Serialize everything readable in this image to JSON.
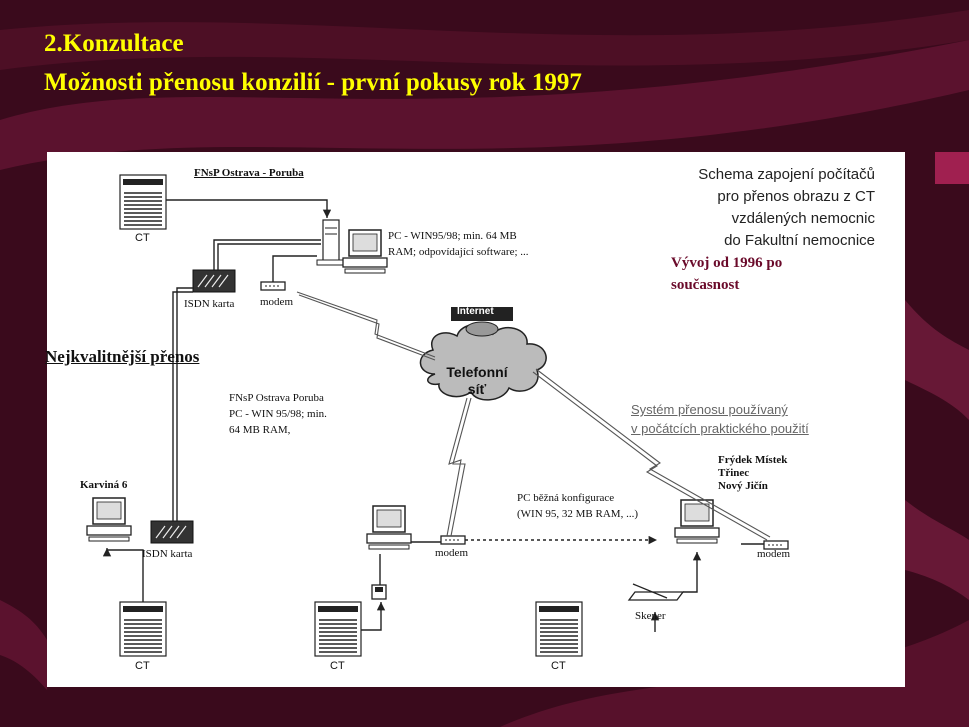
{
  "slide": {
    "title_line1": "2.Konzultace",
    "title_line2": "Možnosti přenosu konzilií - první pokusy rok 1997",
    "colors": {
      "background": "#3a0a1c",
      "title": "#ffff00",
      "accent": "#a02050",
      "panel": "#ffffff"
    }
  },
  "diagram": {
    "heading_lines": [
      "Schema zapojení počítačů",
      "pro přenos obrazu z CT",
      "vzdálených nemocnic",
      "do Fakultní nemocnice"
    ],
    "vyvoj_line1": "Vývoj od 1996 po",
    "vyvoj_line2": "současnost",
    "fnsp_title": "FNsP Ostrava - Poruba",
    "pc_spec_line1": "PC - WIN95/98; min. 64 MB",
    "pc_spec_line2": "RAM; odpovídající software; ...",
    "ct_label": "CT",
    "isdn_label": "ISDN karta",
    "modem_label": "modem",
    "internet_label": "Internet",
    "telefonni_line1": "Telefonní",
    "telefonni_line2": "síť",
    "nejkvalitnejsi": "Nejkvalitnější přenos",
    "fnsp2_line1": "FNsP Ostrava Poruba",
    "fnsp2_line2": "PC - WIN 95/98; min.",
    "fnsp2_line3": "64 MB RAM,",
    "system_line1": "Systém přenosu používaný",
    "system_line2": "v počátcích praktického použití",
    "karvina": "Karviná 6",
    "frydek_line1": "Frýdek Místek",
    "frydek_line2": "Třinec",
    "frydek_line3": "Nový Jičín",
    "pc_bezna_line1": "PC běžná konfigurace",
    "pc_bezna_line2": "(WIN 95, 32 MB RAM, ...)",
    "skener": "Skener"
  }
}
